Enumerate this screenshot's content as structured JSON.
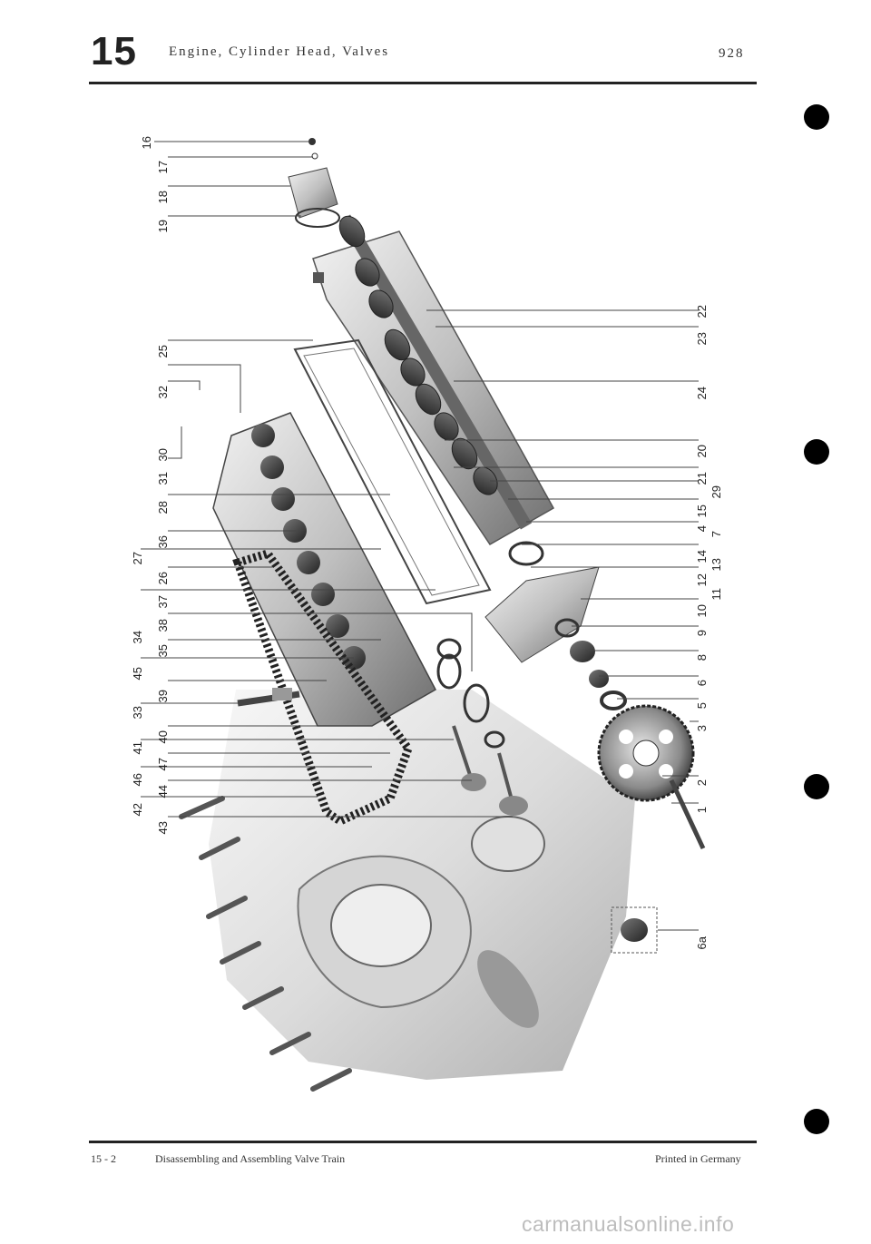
{
  "header": {
    "page_number": "15",
    "title": "Engine, Cylinder Head, Valves",
    "model": "928"
  },
  "footer": {
    "page_ref": "15 - 2",
    "section_title": "Disassembling and Assembling Valve Train",
    "printed": "Printed in Germany"
  },
  "watermark": "carmanualsonline.info",
  "diagram": {
    "labels_left": [
      "16",
      "17",
      "18",
      "19",
      "25",
      "32",
      "31",
      "30",
      "28",
      "36",
      "27",
      "26",
      "37",
      "38",
      "34",
      "35",
      "45",
      "39",
      "33",
      "40",
      "41",
      "47",
      "46",
      "44",
      "42",
      "43"
    ],
    "labels_right": [
      "22",
      "23",
      "24",
      "20",
      "21",
      "29",
      "15",
      "4",
      "7",
      "14",
      "13",
      "12",
      "11",
      "10",
      "9",
      "8",
      "6",
      "5",
      "3",
      "2",
      "1",
      "6a"
    ]
  }
}
